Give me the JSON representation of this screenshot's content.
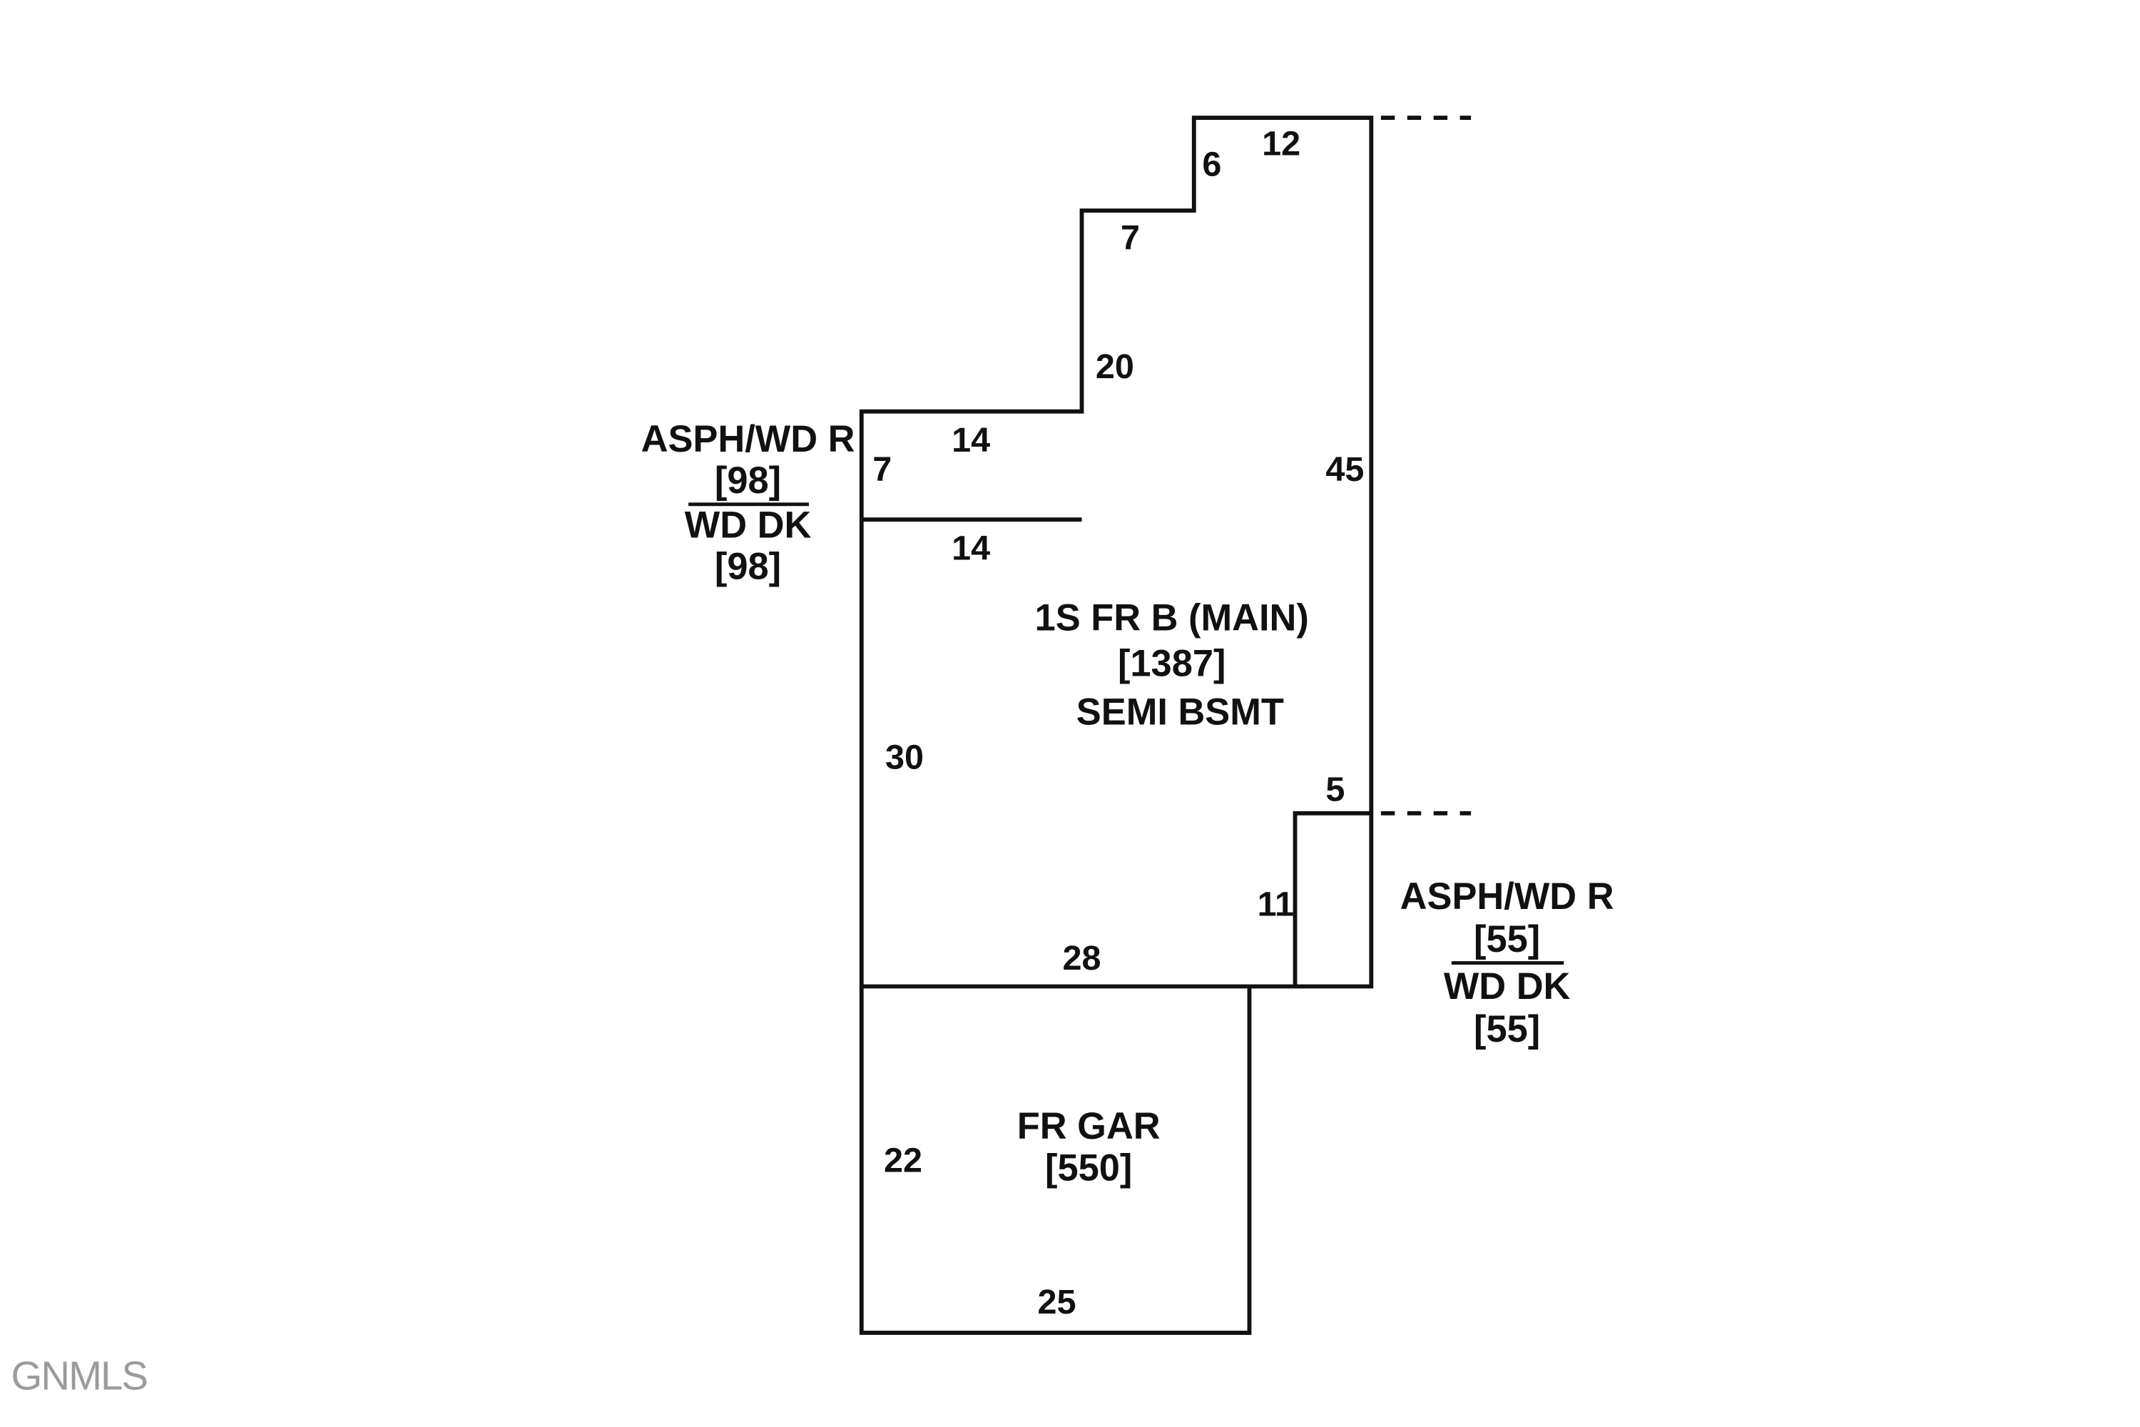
{
  "sketch": {
    "main": {
      "name": "1S FR B (MAIN)",
      "area": "[1387]",
      "basement": "SEMI BSMT"
    },
    "garage": {
      "name": "FR GAR",
      "area": "[550]"
    },
    "left_deck": {
      "roof": "ASPH/WD R",
      "roof_area": "[98]",
      "deck": "WD DK",
      "deck_area": "[98]"
    },
    "right_deck": {
      "roof": "ASPH/WD R",
      "roof_area": "[55]",
      "deck": "WD DK",
      "deck_area": "[55]"
    },
    "dimensions": {
      "top_width": "12",
      "top_notch_height": "6",
      "upper_step_width": "7",
      "upper_left_wall": "20",
      "bump_top": "14",
      "bump_left": "7",
      "bump_bottom": "14",
      "right_wall": "45",
      "left_wall": "30",
      "step_top": "5",
      "step_left": "11",
      "main_bottom": "28",
      "garage_left": "22",
      "garage_bottom": "25"
    },
    "watermark": "GNMLS"
  }
}
